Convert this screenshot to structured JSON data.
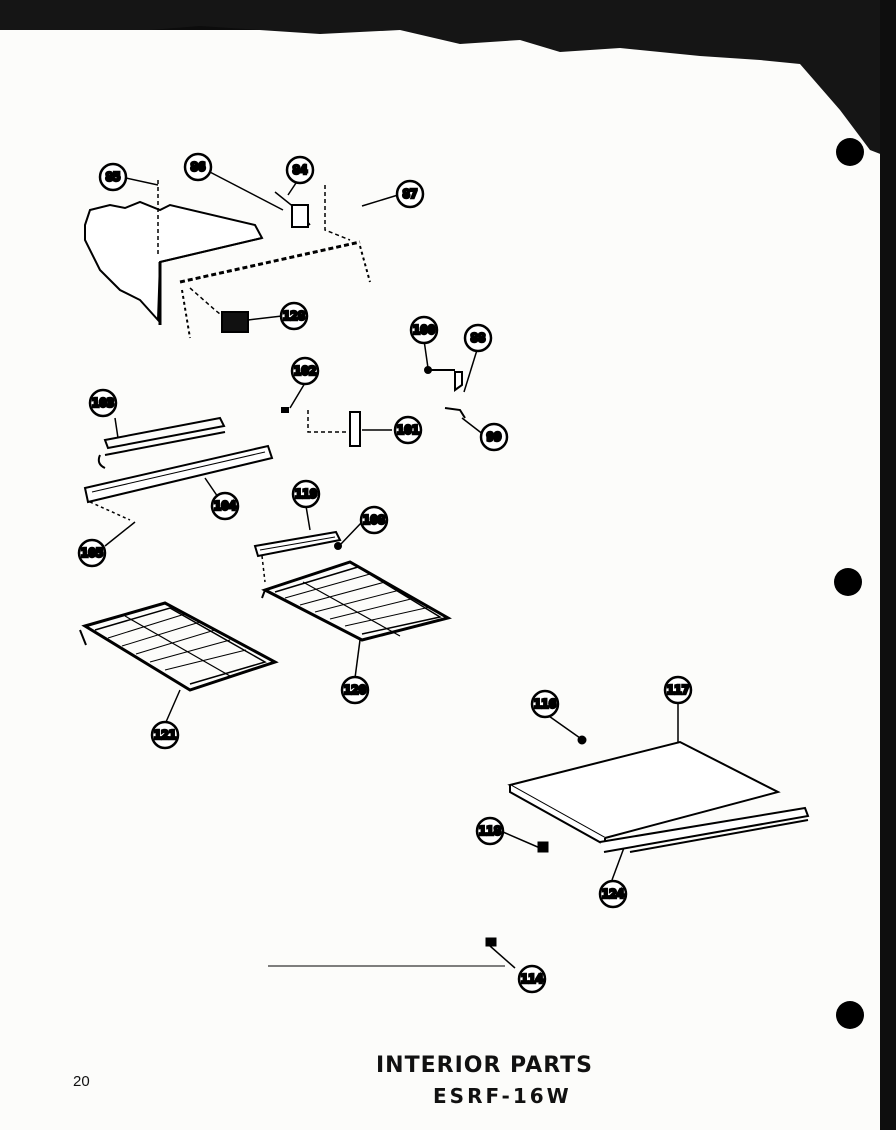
{
  "title": {
    "line1": "INTERIOR PARTS",
    "line2": "ESRF-16W"
  },
  "page_number": "20",
  "part_callouts": [
    "85",
    "86",
    "84",
    "87",
    "128",
    "100",
    "88",
    "102",
    "103",
    "101",
    "99",
    "104",
    "105",
    "119",
    "108",
    "120",
    "121",
    "116",
    "117",
    "118",
    "124",
    "114"
  ],
  "colors": {
    "ink": "#000000",
    "paper": "#fcfcfa"
  }
}
